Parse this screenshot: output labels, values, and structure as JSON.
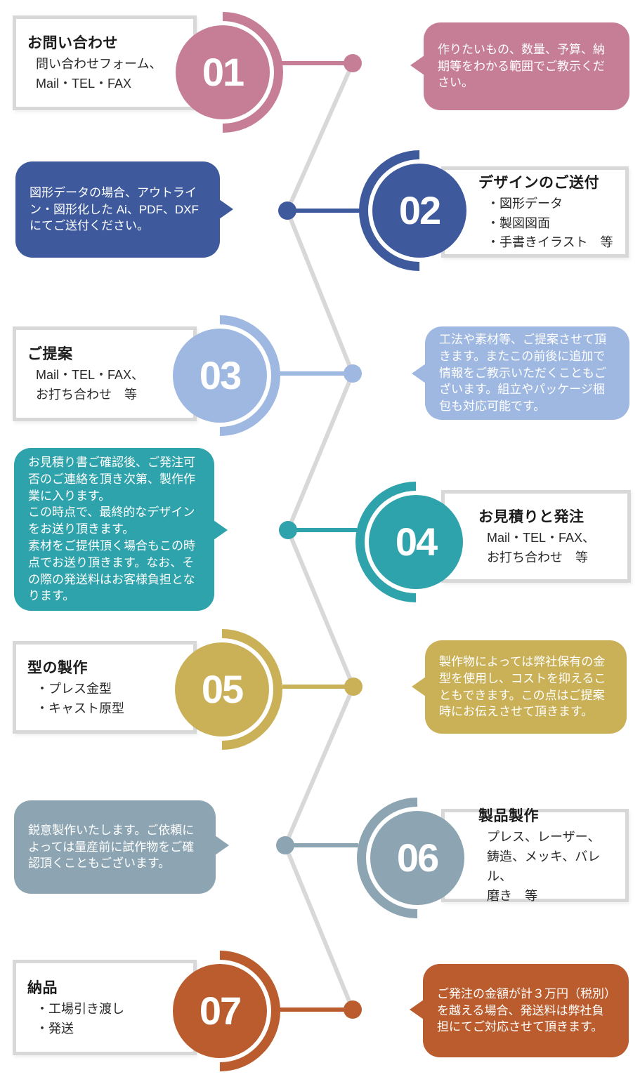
{
  "steps": [
    {
      "number": "01",
      "title": "お問い合わせ",
      "body": "問い合わせフォーム、\nMail・TEL・FAX",
      "bubble": "作りたいもの、数量、予算、納期等をわかる範囲でご教示ください。",
      "color": "#c67e96"
    },
    {
      "number": "02",
      "title": "デザインのご送付",
      "body": "・図形データ\n・製図図面\n・手書きイラスト　等",
      "bubble": "図形データの場合、アウトライン・図形化した Ai、PDF、DXF にてご送付ください。",
      "color": "#3e5a9d"
    },
    {
      "number": "03",
      "title": "ご提案",
      "body": "Mail・TEL・FAX、\nお打ち合わせ　等",
      "bubble": "工法や素材等、ご提案させて頂きます。またこの前後に追加で情報をご教示いただくこともございます。組立やパッケージ梱包も対応可能です。",
      "color": "#9fb8e1"
    },
    {
      "number": "04",
      "title": "お見積りと発注",
      "body": "Mail・TEL・FAX、\nお打ち合わせ　等",
      "bubble": "お見積り書ご確認後、ご発注可否のご連絡を頂き次第、製作作業に入ります。\nこの時点で、最終的なデザインをお送り頂きます。\n素材をご提供頂く場合もこの時点でお送り頂きます。なお、その際の発送料はお客様負担となります。",
      "color": "#2fa3ab"
    },
    {
      "number": "05",
      "title": "型の製作",
      "body": "・プレス金型\n・キャスト原型",
      "bubble": "製作物によっては弊社保有の金型を使用し、コストを抑えることもできます。この点はご提案時にお伝えさせて頂きます。",
      "color": "#cab157"
    },
    {
      "number": "06",
      "title": "製品製作",
      "body": "プレス、レーザー、\n鋳造、メッキ、バレル、\n磨き　等",
      "bubble": "鋭意製作いたします。ご依頼によっては量産前に試作物をご確認頂くこともございます。",
      "color": "#8da5b2"
    },
    {
      "number": "07",
      "title": "納品",
      "body": "・工場引き渡し\n・発送",
      "bubble": "ご発注の金額が計３万円（税別）を越える場合、発送料は弊社負担にてご対応させて頂きます。",
      "color": "#ba5c2d"
    }
  ],
  "timeline_color": "#d8d8d8"
}
